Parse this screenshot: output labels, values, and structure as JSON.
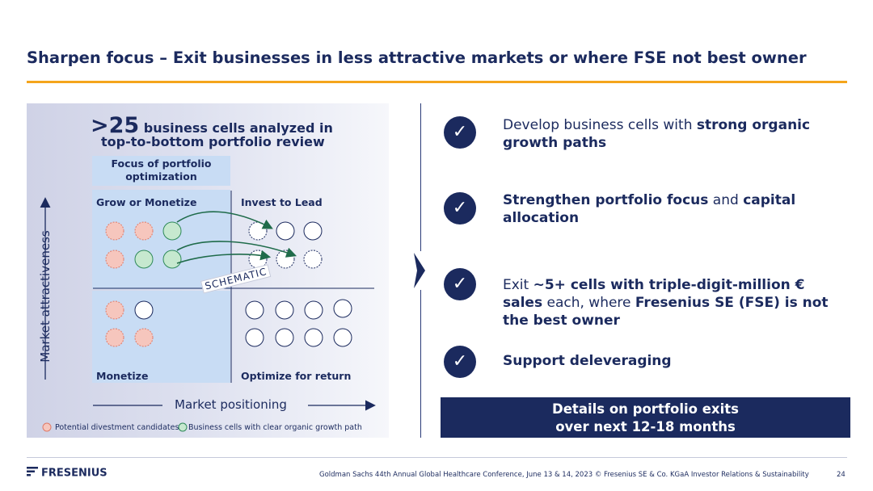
{
  "title": "Sharpen focus – Exit businesses in less attractive markets or where FSE not best owner",
  "left_panel": {
    "headline_big": ">25",
    "headline_rest": " business cells analyzed in",
    "headline_line2": "top-to-bottom portfolio review",
    "focus_label": "Focus of portfolio optimization",
    "quadrants": {
      "top_left": "Grow or Monetize",
      "top_right": "Invest to Lead",
      "bottom_left": "Monetize",
      "bottom_right": "Optimize for return"
    },
    "stamp": "SCHEMATIC",
    "y_axis": "Market attractiveness",
    "x_axis": "Market positioning",
    "legend": {
      "divest": "Potential divestment candidates",
      "growth": "Business cells with clear organic growth path"
    },
    "colors": {
      "divest_fill": "#f6c6bd",
      "divest_stroke": "#e07a68",
      "growth_fill": "#c6e8cf",
      "growth_stroke": "#2f8a5a",
      "neutral_fill": "#ffffff",
      "neutral_stroke": "#1b2a5e",
      "arrow": "#1f6b4a"
    }
  },
  "bullets": [
    {
      "check_icon": "checkmark-icon",
      "parts": [
        {
          "t": "Develop business cells with ",
          "b": false
        },
        {
          "t": "strong organic growth paths",
          "b": true
        }
      ]
    },
    {
      "check_icon": "checkmark-icon",
      "parts": [
        {
          "t": "Strengthen portfolio focus",
          "b": true
        },
        {
          "t": " and ",
          "b": false
        },
        {
          "t": "capital allocation",
          "b": true
        }
      ]
    },
    {
      "check_icon": "checkmark-icon",
      "parts": [
        {
          "t": "Exit ",
          "b": false
        },
        {
          "t": "~5+ cells with triple-digit-million € sales",
          "b": true
        },
        {
          "t": " each, where ",
          "b": false
        },
        {
          "t": "Fresenius SE (FSE) is not the best owner",
          "b": true
        }
      ]
    },
    {
      "check_icon": "checkmark-icon",
      "parts": [
        {
          "t": "Support deleveraging",
          "b": true
        }
      ]
    }
  ],
  "details_box": {
    "line1": "Details on portfolio exits",
    "line2": "over next 12-18 months"
  },
  "footer": {
    "logo": "FRESENIUS",
    "text": "Goldman Sachs 44th Annual Global Healthcare Conference, June 13 & 14, 2023 © Fresenius SE & Co. KGaA Investor Relations & Sustainability",
    "page": "24"
  },
  "accent_color": "#f4a51c",
  "brand_color": "#1b2a5e"
}
